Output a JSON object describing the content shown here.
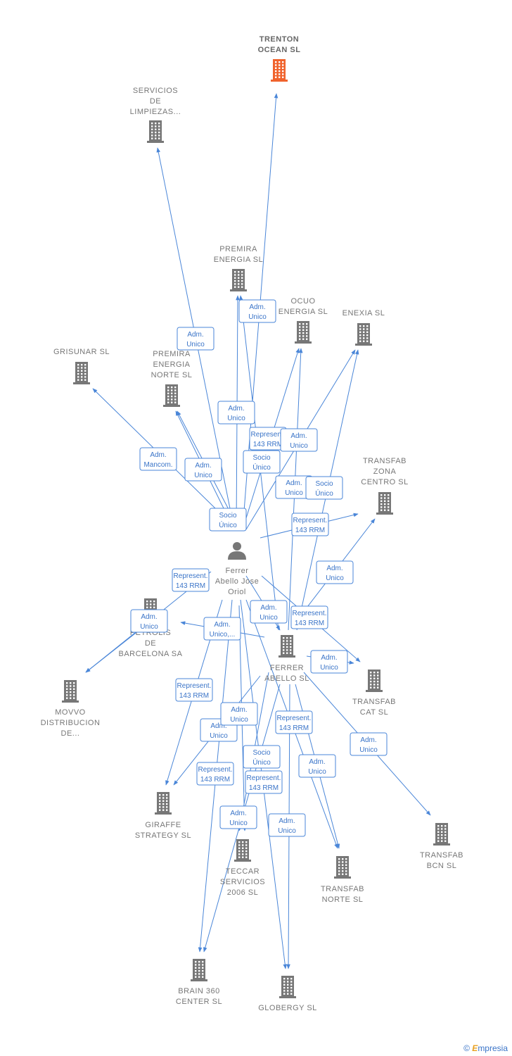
{
  "colors": {
    "edge": "#4a86d8",
    "node": "#777777",
    "highlight": "#f0632d",
    "label_text": "#3a74c8"
  },
  "nodes": [
    {
      "id": "trenton",
      "label": [
        "TRENTON",
        "OCEAN  SL"
      ],
      "type": "company",
      "highlight": true
    },
    {
      "id": "servicios",
      "label": [
        "SERVICIOS",
        "DE",
        "LIMPIEZAS..."
      ],
      "type": "company"
    },
    {
      "id": "premira",
      "label": [
        "PREMIRA",
        "ENERGIA SL"
      ],
      "type": "company"
    },
    {
      "id": "ocuo",
      "label": [
        "OCUO",
        "ENERGIA  SL"
      ],
      "type": "company"
    },
    {
      "id": "enexia",
      "label": [
        "ENEXIA  SL"
      ],
      "type": "company"
    },
    {
      "id": "grisunar",
      "label": [
        "GRISUNAR  SL"
      ],
      "type": "company"
    },
    {
      "id": "premira_norte",
      "label": [
        "PREMIRA",
        "ENERGIA",
        "NORTE  SL"
      ],
      "type": "company"
    },
    {
      "id": "transfab_zona",
      "label": [
        "TRANSFAB",
        "ZONA",
        "CENTRO  SL"
      ],
      "type": "company"
    },
    {
      "id": "person",
      "label": [
        "Ferrer",
        "Abello Jose",
        "Oriol"
      ],
      "type": "person"
    },
    {
      "id": "petrolis",
      "label": [
        "PETROLIS",
        "DE",
        "BARCELONA SA"
      ],
      "type": "company"
    },
    {
      "id": "ferrer_sl",
      "label": [
        "FERRER",
        "ABELLO SL"
      ],
      "type": "company"
    },
    {
      "id": "transfab_cat",
      "label": [
        "TRANSFAB",
        "CAT  SL"
      ],
      "type": "company"
    },
    {
      "id": "movvo",
      "label": [
        "MOVVO",
        "DISTRIBUCION",
        "DE..."
      ],
      "type": "company"
    },
    {
      "id": "giraffe",
      "label": [
        "GIRAFFE",
        "STRATEGY  SL"
      ],
      "type": "company"
    },
    {
      "id": "teccar",
      "label": [
        "TECCAR",
        "SERVICIOS",
        "2006 SL"
      ],
      "type": "company"
    },
    {
      "id": "transfab_norte",
      "label": [
        "TRANSFAB",
        "NORTE  SL"
      ],
      "type": "company"
    },
    {
      "id": "transfab_bcn",
      "label": [
        "TRANSFAB",
        "BCN  SL"
      ],
      "type": "company"
    },
    {
      "id": "brain",
      "label": [
        "BRAIN 360",
        "CENTER  SL"
      ],
      "type": "company"
    },
    {
      "id": "globergy",
      "label": [
        "GLOBERGY  SL"
      ],
      "type": "company"
    }
  ],
  "edges": [
    {
      "from": "person",
      "to": "trenton",
      "label": [
        "Adm.",
        "Unico"
      ]
    },
    {
      "from": "person",
      "to": "servicios",
      "label": [
        "Adm.",
        "Unico"
      ]
    },
    {
      "from": "person",
      "to": "premira",
      "label": [
        "Adm.",
        "Unico"
      ]
    },
    {
      "from": "person",
      "to": "grisunar",
      "label": [
        "Adm.",
        "Mancom."
      ]
    },
    {
      "from": "person",
      "to": "premira_norte",
      "label": [
        "Adm.",
        "Unico"
      ]
    },
    {
      "from": "person",
      "to": "ocuo",
      "label": [
        "Represent.",
        "143 RRM"
      ]
    },
    {
      "from": "person",
      "to": "enexia",
      "label": [
        "Adm.",
        "Unico"
      ]
    },
    {
      "from": "ferrer_sl",
      "to": "premira",
      "label": [
        "Socio",
        "Único"
      ]
    },
    {
      "from": "ferrer_sl",
      "to": "ocuo",
      "label": [
        "Adm.",
        "Unico"
      ]
    },
    {
      "from": "ferrer_sl",
      "to": "enexia",
      "label": [
        "Socio",
        "Único"
      ]
    },
    {
      "from": "person",
      "to": "premira_norte",
      "label": [
        "Socio",
        "Único"
      ]
    },
    {
      "from": "person",
      "to": "transfab_zona",
      "label": [
        "Represent.",
        "143 RRM"
      ]
    },
    {
      "from": "ferrer_sl",
      "to": "transfab_zona",
      "label": [
        "Adm.",
        "Unico"
      ]
    },
    {
      "from": "person",
      "to": "movvo",
      "label": [
        "Represent.",
        "143 RRM"
      ]
    },
    {
      "from": "person",
      "to": "ferrer_sl",
      "label": [
        "Adm.",
        "Unico"
      ]
    },
    {
      "from": "person",
      "to": "transfab_cat",
      "label": [
        "Represent.",
        "143 RRM"
      ]
    },
    {
      "from": "ferrer_sl",
      "to": "petrolis",
      "label": [
        "Adm.",
        "Unico,..."
      ]
    },
    {
      "from": "petrolis",
      "to": "movvo",
      "label": [
        "Adm.",
        "Unico"
      ]
    },
    {
      "from": "ferrer_sl",
      "to": "transfab_cat",
      "label": [
        "Adm.",
        "Unico"
      ]
    },
    {
      "from": "person",
      "to": "giraffe",
      "label": [
        "Represent.",
        "143 RRM"
      ]
    },
    {
      "from": "ferrer_sl",
      "to": "giraffe",
      "label": [
        "Adm.",
        "Unico"
      ]
    },
    {
      "from": "ferrer_sl",
      "to": "teccar",
      "label": [
        "Adm.",
        "Unico"
      ]
    },
    {
      "from": "person",
      "to": "transfab_norte",
      "label": [
        "Represent.",
        "143 RRM"
      ]
    },
    {
      "from": "ferrer_sl",
      "to": "transfab_bcn",
      "label": [
        "Adm.",
        "Unico"
      ]
    },
    {
      "from": "person",
      "to": "brain",
      "label": [
        "Represent.",
        "143 RRM"
      ]
    },
    {
      "from": "ferrer_sl",
      "to": "brain",
      "label": [
        "Socio",
        "Único"
      ]
    },
    {
      "from": "person",
      "to": "globergy",
      "label": [
        "Represent.",
        "143 RRM"
      ]
    },
    {
      "from": "ferrer_sl",
      "to": "transfab_norte",
      "label": [
        "Adm.",
        "Unico"
      ]
    },
    {
      "from": "ferrer_sl",
      "to": "globergy",
      "label": [
        "Adm.",
        "Unico"
      ]
    },
    {
      "from": "person",
      "to": "teccar",
      "label": [
        "Adm.",
        "Unico"
      ]
    }
  ],
  "credit": {
    "symbol": "©",
    "brand_initial": "E",
    "brand_rest": "mpresia"
  }
}
